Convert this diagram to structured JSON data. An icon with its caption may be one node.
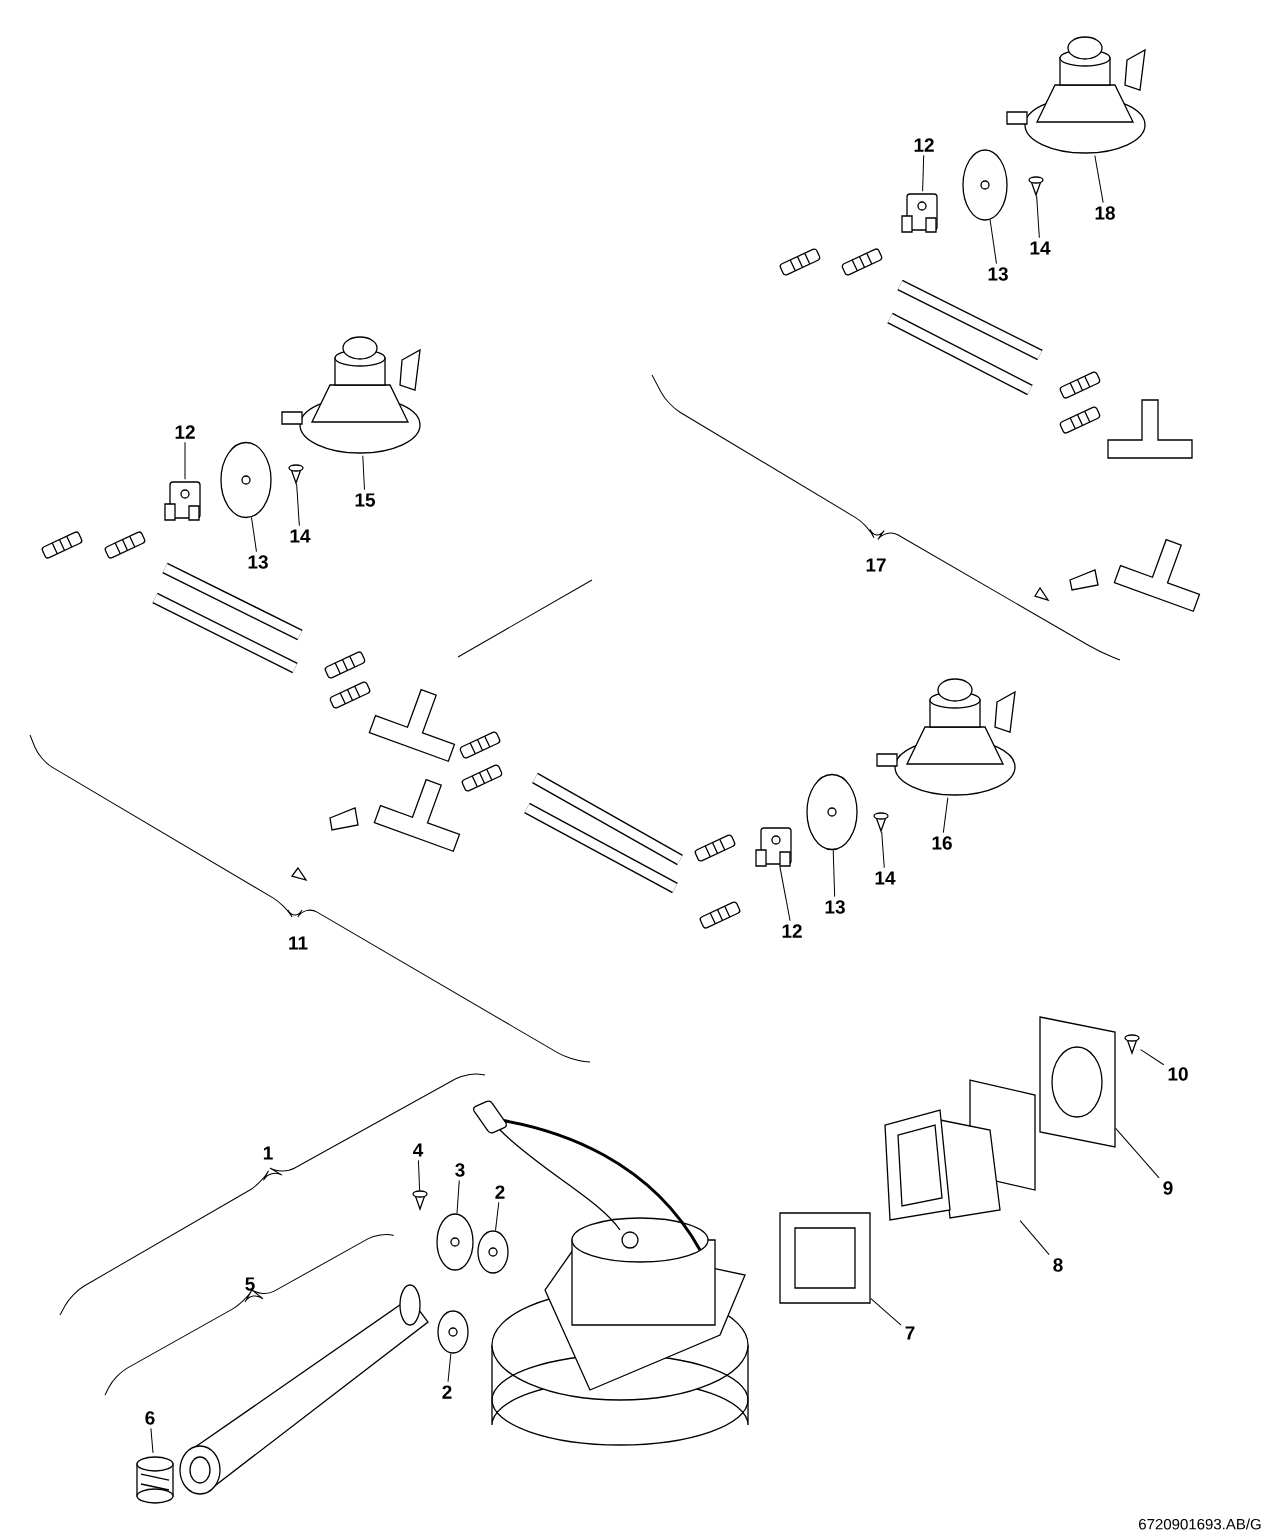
{
  "diagram": {
    "nodes": [
      {
        "text": [
          "12"
        ]
      },
      {
        "text": [],
        "shape": "picture"
      },
      {
        "text": [
          "13"
        ]
      },
      {
        "text": [],
        "shape": "circle"
      },
      {
        "text": [
          "14"
        ]
      },
      {
        "text": [],
        "shape": "picture"
      },
      {
        "text": [
          "18"
        ]
      },
      {
        "text": [],
        "shape": "picture"
      },
      {
        "text": [
          "12"
        ]
      },
      {
        "text": [],
        "shape": "picture"
      },
      {
        "text": [
          "13"
        ]
      },
      {
        "text": [],
        "shape": "circle"
      },
      {
        "text": [
          "14"
        ]
      },
      {
        "text": [],
        "shape": "picture"
      },
      {
        "text": [
          "15"
        ]
      },
      {
        "text": [],
        "shape": "picture"
      },
      {
        "text": [
          "16"
        ]
      },
      {
        "text": [],
        "shape": "picture"
      },
      {
        "text": [
          "13"
        ]
      },
      {
        "text": [],
        "shape": "circle"
      },
      {
        "text": [
          "14"
        ]
      },
      {
        "text": [],
        "shape": "picture"
      },
      {
        "text": [
          "12"
        ]
      },
      {
        "text": [],
        "shape": "picture"
      },
      {
        "text": [
          "10"
        ]
      },
      {
        "text": [],
        "shape": "picture"
      },
      {
        "text": [
          "9"
        ]
      },
      {
        "text": [],
        "shape": "picture"
      },
      {
        "text": [
          "8"
        ]
      },
      {
        "text": [],
        "shape": "picture"
      },
      {
        "text": [
          "7"
        ]
      },
      {
        "text": [],
        "shape": "picture"
      },
      {
        "text": [
          "4"
        ]
      },
      {
        "text": [],
        "shape": "picture"
      },
      {
        "text": [
          "3"
        ]
      },
      {
        "text": [],
        "shape": "circle"
      },
      {
        "text": [
          "2"
        ]
      },
      {
        "text": [],
        "shape": "circle"
      },
      {
        "text": [
          "2"
        ]
      },
      {
        "text": [],
        "shape": "circle"
      },
      {
        "text": [
          "6"
        ]
      },
      {
        "text": [],
        "shape": "picture"
      }
    ],
    "edges": [
      {
        "from": 0,
        "to": 1,
        "arrow": "none"
      },
      {
        "from": 2,
        "to": 3,
        "arrow": "none"
      },
      {
        "from": 4,
        "to": 5,
        "arrow": "none"
      },
      {
        "from": 6,
        "to": 7,
        "arrow": "none"
      },
      {
        "from": 8,
        "to": 9,
        "arrow": "none"
      },
      {
        "from": 10,
        "to": 11,
        "arrow": "none"
      },
      {
        "from": 12,
        "to": 13,
        "arrow": "none"
      },
      {
        "from": 14,
        "to": 15,
        "arrow": "none"
      },
      {
        "from": 16,
        "to": 17,
        "arrow": "none"
      },
      {
        "from": 18,
        "to": 19,
        "arrow": "none"
      },
      {
        "from": 20,
        "to": 21,
        "arrow": "none"
      },
      {
        "from": 22,
        "to": 23,
        "arrow": "none"
      },
      {
        "from": 24,
        "to": 25,
        "arrow": "none"
      },
      {
        "from": 26,
        "to": 27,
        "arrow": "none"
      },
      {
        "from": 28,
        "to": 29,
        "arrow": "none"
      },
      {
        "from": 30,
        "to": 31,
        "arrow": "none"
      },
      {
        "from": 32,
        "to": 33,
        "arrow": "none"
      },
      {
        "from": 34,
        "to": 35,
        "arrow": "none"
      },
      {
        "from": 36,
        "to": 37,
        "arrow": "none"
      },
      {
        "from": 38,
        "to": 39,
        "arrow": "none"
      },
      {
        "from": 40,
        "to": 41,
        "arrow": "none"
      }
    ],
    "labels": [
      "17",
      "11",
      "1",
      "5",
      "6720901693.AB/G"
    ]
  }
}
